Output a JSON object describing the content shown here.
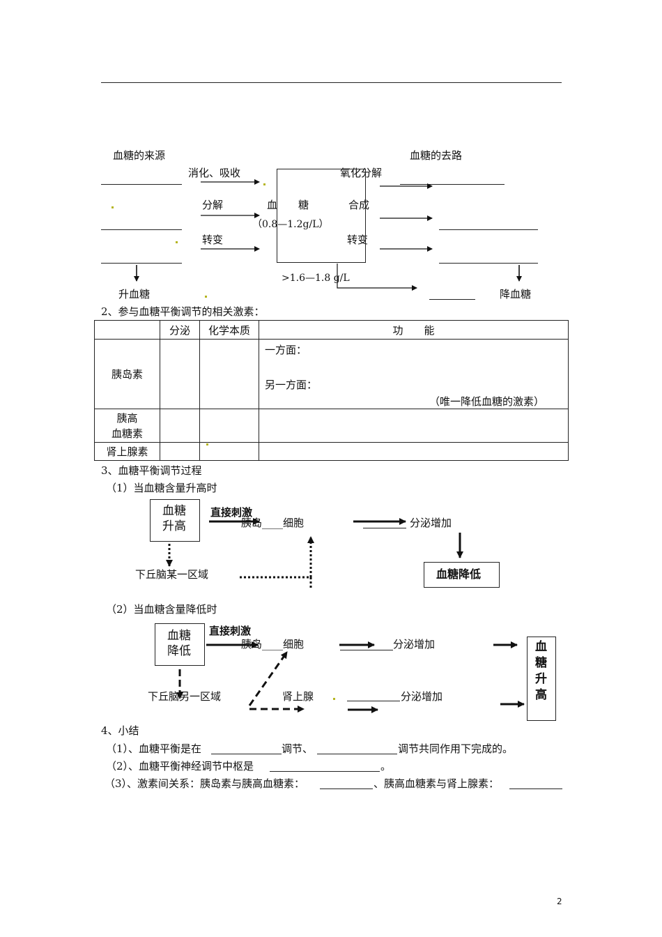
{
  "sources": {
    "title": "血糖的来源",
    "digest": "消化、吸收",
    "decompose": "分解",
    "transform": "转变",
    "raise": "升血糖"
  },
  "center": {
    "label": "血　　糖",
    "range": "（0.8—1.2g/L）",
    "threshold": ">1.6—1.8 g/L"
  },
  "destinations": {
    "title": "血糖的去路",
    "oxidize": "氧化分解",
    "synth": "合成",
    "transform": "转变",
    "lower": "降血糖"
  },
  "section2": {
    "heading": "2、参与血糖平衡调节的相关激素：",
    "headers": [
      "分泌",
      "化学本质",
      "功　　能"
    ],
    "rows": {
      "insulin": "胰岛素",
      "insulin_f1": "一方面：",
      "insulin_f2": "另一方面：",
      "insulin_note": "（唯一降低血糖的激素）",
      "glucagon_1": "胰高",
      "glucagon_2": "血糖素",
      "adrenaline": "肾上腺素"
    }
  },
  "section3": {
    "heading": "3、血糖平衡调节过程",
    "case1": {
      "title": "（1）当血糖含量升高时",
      "box": [
        "血糖",
        "升高"
      ],
      "stim": "直接刺激",
      "cell": "胰岛____细胞",
      "secrete": "分泌增加",
      "hypo": "下丘脑某一区域",
      "result": "血糖降低"
    },
    "case2": {
      "title": "（2）当血糖含量降低时",
      "box": [
        "血糖",
        "降低"
      ],
      "stim": "直接刺激",
      "cell": "胰岛____细胞",
      "secrete1": "分泌增加",
      "hypo": "下丘脑另一区域",
      "adrenal": "肾上腺",
      "secrete2": "分泌增加",
      "result": [
        "血",
        "糖",
        "升",
        "高"
      ]
    }
  },
  "section4": {
    "heading": "4、小结",
    "l1a": "（1）、血糖平衡是在",
    "l1b": "调节、",
    "l1c": "调节共同作用下完成的。",
    "l2a": "（2）、血糖平衡神经调节中枢是",
    "l2b": "。",
    "l3a": "（3）、激素间关系：胰岛素与胰高血糖素：",
    "l3b": "、胰高血糖素与肾上腺素："
  },
  "page_number": "2"
}
